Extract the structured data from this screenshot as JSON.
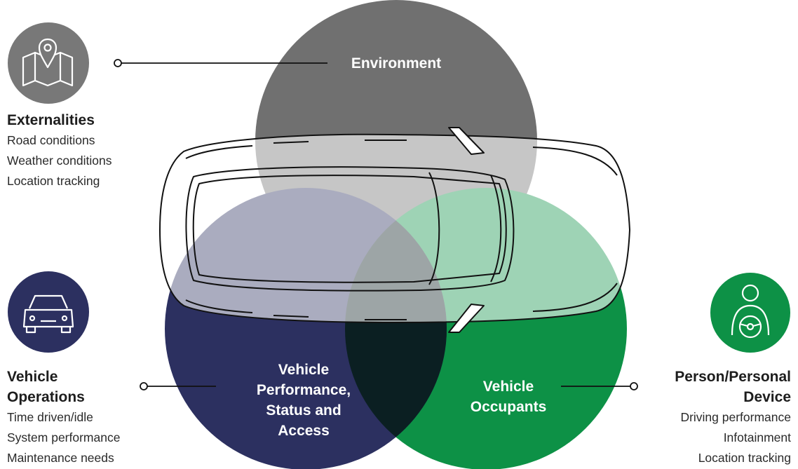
{
  "circles": {
    "environment": {
      "label": "Environment",
      "color": "#707070"
    },
    "vehicle_performance": {
      "label": "Vehicle Performance, Status and Access",
      "lines": [
        "Vehicle",
        "Performance,",
        "Status and",
        "Access"
      ],
      "color": "#2c3060"
    },
    "vehicle_occupants": {
      "label": "Vehicle Occupants",
      "lines": [
        "Vehicle",
        "Occupants"
      ],
      "color": "#0d9146"
    },
    "center_overlap_color": "#0b1f22"
  },
  "externalities": {
    "icon": "map-pin-icon",
    "icon_color": "#787878",
    "title": "Externalities",
    "items": [
      "Road conditions",
      "Weather conditions",
      "Location tracking"
    ]
  },
  "vehicle_operations": {
    "icon": "car-front-icon",
    "icon_color": "#2c3060",
    "title_lines": [
      "Vehicle",
      "Operations"
    ],
    "items": [
      "Time driven/idle",
      "System performance",
      "Maintenance needs"
    ]
  },
  "person_device": {
    "icon": "driver-steering-wheel-icon",
    "icon_color": "#0d9146",
    "title_lines": [
      "Person/Personal",
      "Device"
    ],
    "items": [
      "Driving performance",
      "Infotainment",
      "Location tracking"
    ]
  }
}
